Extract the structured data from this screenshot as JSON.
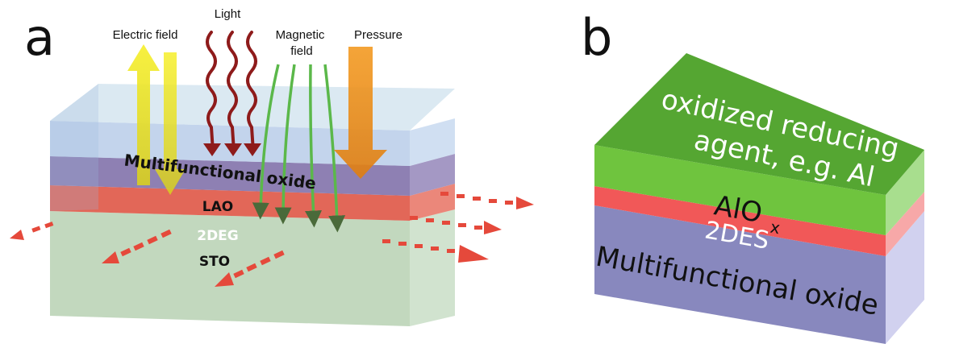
{
  "panel_a": {
    "letter": "a",
    "labels": {
      "electric_field": "Electric field",
      "light": "Light",
      "magnetic_line1": "Magnetic",
      "magnetic_line2": "field",
      "pressure": "Pressure",
      "multifunctional_oxide": "Multifunctional oxide",
      "lao": "LAO",
      "twodeg": "2DEG",
      "sto": "STO"
    },
    "colors": {
      "top_layer": "#b9cfe6",
      "lao_layer": "#6f5d9e",
      "twodeg_layer": "#e2574a",
      "sto_layer": "#bcd3b8",
      "electric_arrow": "#f2e91a",
      "light_wave": "#8e1b1b",
      "magnetic_line": "#5bb84a",
      "pressure_arrow": "#f0951b",
      "current_arrow": "#e5493b"
    }
  },
  "panel_b": {
    "letter": "b",
    "labels": {
      "top_line1": "oxidized reducing",
      "top_line2": "agent, e.g. Al",
      "alox": "AlO",
      "alox_sub": "x",
      "twodes": "2DES",
      "bottom": "Multifunctional oxide"
    },
    "colors": {
      "top_face": "#55a632",
      "green_front": "#6fc43e",
      "green_side": "#a8de8e",
      "red_front": "#f15858",
      "red_side": "#f7a8a8",
      "purple_front": "#8888be",
      "purple_side": "#d1d1ef"
    }
  }
}
